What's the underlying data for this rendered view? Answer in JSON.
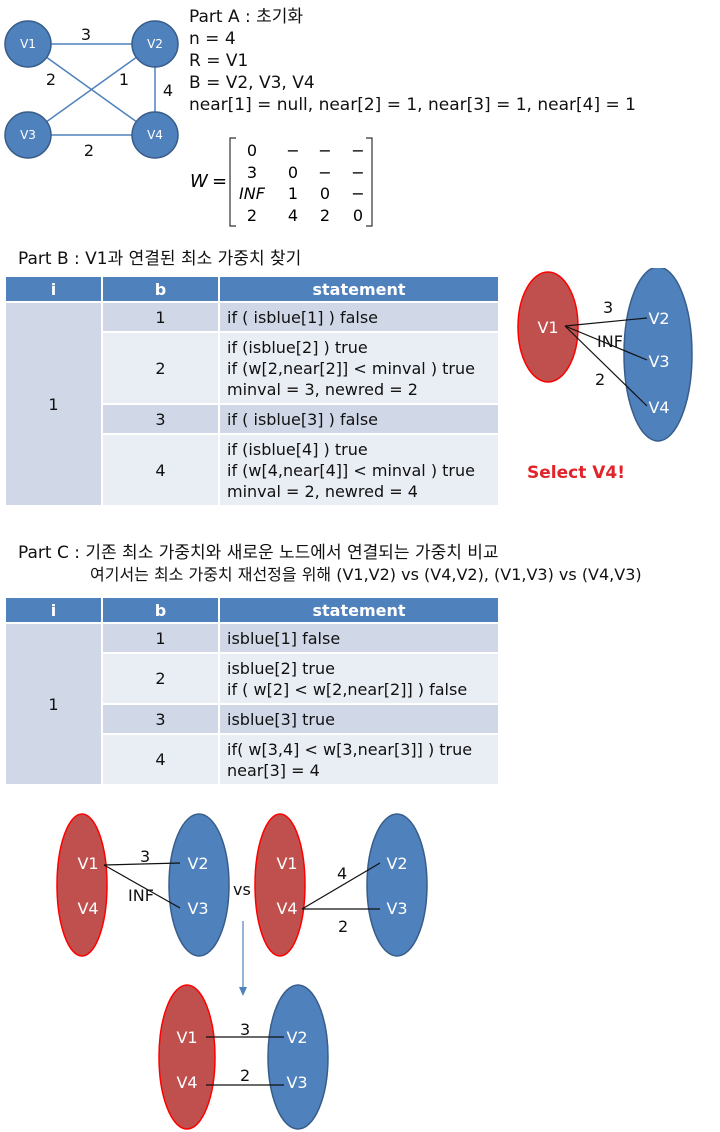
{
  "partA": {
    "graph": {
      "nodes": [
        "V1",
        "V2",
        "V3",
        "V4"
      ],
      "edge_labels": {
        "v1_v2": "3",
        "v1_v4": "2",
        "v2_v3": "1",
        "v2_v4": "4",
        "v3_v4": "2"
      }
    },
    "title": "Part A : 초기화",
    "lines": [
      "n = 4",
      "R = V1",
      "B = V2, V3, V4",
      "near[1] = null, near[2] = 1, near[3] = 1, near[4] = 1"
    ],
    "matrix": {
      "name": "W",
      "equals": "=",
      "rows": [
        [
          "0",
          "−",
          "−",
          "−"
        ],
        [
          "3",
          "0",
          "−",
          "−"
        ],
        [
          "INF",
          "1",
          "0",
          "−"
        ],
        [
          "2",
          "4",
          "2",
          "0"
        ]
      ]
    }
  },
  "partB": {
    "title": "Part B : V1과 연결된 최소 가중치 찾기",
    "table": {
      "headers": [
        "i",
        "b",
        "statement"
      ],
      "i_value": "1",
      "rows": [
        {
          "b": "1",
          "lines": [
            "if ( isblue[1] ) false"
          ]
        },
        {
          "b": "2",
          "lines": [
            "if (isblue[2] ) true",
            "if (w[2,near[2]] < minval ) true",
            "minval = 3, newred = 2"
          ]
        },
        {
          "b": "3",
          "lines": [
            "if ( isblue[3] ) false"
          ]
        },
        {
          "b": "4",
          "lines": [
            "if (isblue[4] ) true",
            "if (w[4,near[4]] < minval ) true",
            "minval = 2, newred = 4"
          ]
        }
      ]
    },
    "diagram": {
      "red": [
        "V1"
      ],
      "blue": [
        "V2",
        "V3",
        "V4"
      ],
      "edge_labels": [
        "3",
        "INF",
        "2"
      ]
    },
    "select_note": "Select V4!"
  },
  "partC": {
    "title": "Part C : 기존 최소 가중치와 새로운 노드에서 연결되는 가중치 비교",
    "subtitle": "여기서는 최소 가중치 재선정을 위해 (V1,V2) vs (V4,V2), (V1,V3) vs (V4,V3)",
    "table": {
      "headers": [
        "i",
        "b",
        "statement"
      ],
      "i_value": "1",
      "rows": [
        {
          "b": "1",
          "lines": [
            "isblue[1] false"
          ]
        },
        {
          "b": "2",
          "lines": [
            "isblue[2] true",
            "if ( w[2] < w[2,near[2]] ) false"
          ]
        },
        {
          "b": "3",
          "lines": [
            "isblue[3] true"
          ]
        },
        {
          "b": "4",
          "lines": [
            "if( w[3,4] < w[3,near[3]] ) true",
            "near[3] = 4"
          ]
        }
      ]
    },
    "compare": {
      "left": {
        "red": [
          "V1",
          "V4"
        ],
        "blue": [
          "V2",
          "V3"
        ],
        "labels": [
          "3",
          "INF"
        ]
      },
      "vs": "vs",
      "right": {
        "red": [
          "V1",
          "V4"
        ],
        "blue": [
          "V2",
          "V3"
        ],
        "labels": [
          "4",
          "2"
        ]
      },
      "result": {
        "red": [
          "V1",
          "V4"
        ],
        "blue": [
          "V2",
          "V3"
        ],
        "labels": [
          "3",
          "2"
        ]
      }
    }
  },
  "colors": {
    "red_node": "#c0504d",
    "red_outline": "#ff0000",
    "blue_node": "#4f81bd",
    "blue_outline": "#385d8a",
    "header": "#4f81bd",
    "row_dark": "#d0d8e8",
    "row_light": "#e9edf4",
    "select_note": "#e0242a"
  }
}
